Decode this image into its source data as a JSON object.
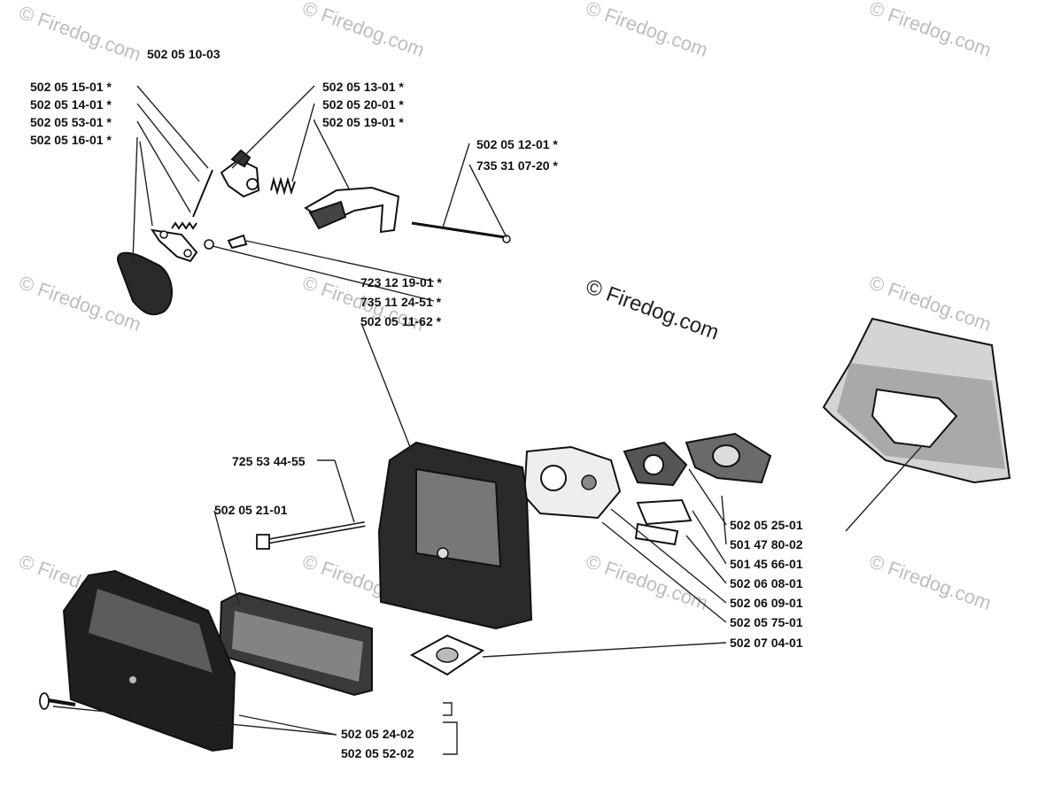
{
  "diagram": {
    "assembly_label": "502 05 10-03",
    "labels": {
      "l_150301": "502 05 15-01 *",
      "l_140101": "502 05 14-01 *",
      "l_530101": "502 05 53-01 *",
      "l_160101": "502 05 16-01 *",
      "l_130101": "502 05 13-01 *",
      "l_200101": "502 05 20-01 *",
      "l_190101": "502 05 19-01 *",
      "l_120101": "502 05 12-01 *",
      "l_735310720": "735 31 07-20 *",
      "l_723121901": "723 12 19-01 *",
      "l_735112451": "735 11 24-51 *",
      "l_110162": "502 05 11-62 *",
      "l_725534455": "725 53 44-55",
      "l_210101": "502 05 21-01",
      "l_250101": "502 05 25-01",
      "l_501478002": "501 47 80-02",
      "l_501456601": "501 45 66-01",
      "l_060801": "502 06 08-01",
      "l_060901": "502 06 09-01",
      "l_750101": "502 05 75-01",
      "l_070401": "502 07 04-01",
      "l_240202": "502 05 24-02",
      "l_520202": "502 05 52-02"
    },
    "watermark_text": "© Firedog.com"
  }
}
